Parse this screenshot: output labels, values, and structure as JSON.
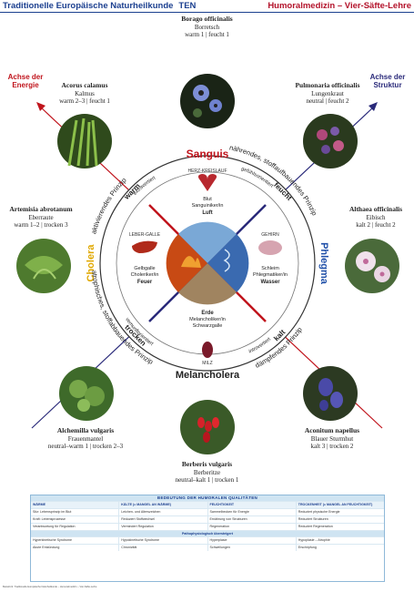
{
  "header": {
    "left_title": "Traditionelle Europäische Naturheilkunde",
    "ten": "TEN",
    "right_title": "Humoralmedizin – Vier-Säfte-Lehre"
  },
  "corners": {
    "left": "Achse der Energie",
    "right": "Achse der Struktur"
  },
  "plants": [
    {
      "id": "borago",
      "latin": "Borago officinalis",
      "german": "Borretsch",
      "quality": "warm 1 | feucht 1"
    },
    {
      "id": "acorus",
      "latin": "Acorus calamus",
      "german": "Kalmus",
      "quality": "warm 2–3 | feucht 1"
    },
    {
      "id": "pulmonaria",
      "latin": "Pulmonaria officinalis",
      "german": "Lungenkraut",
      "quality": "neutral | feucht 2"
    },
    {
      "id": "artemisia",
      "latin": "Artemisia abrotanum",
      "german": "Eberraute",
      "quality": "warm 1–2 | trocken 3"
    },
    {
      "id": "althaea",
      "latin": "Althaea officinalis",
      "german": "Eibisch",
      "quality": "kalt 2 | feucht 2"
    },
    {
      "id": "alchemilla",
      "latin": "Alchemilla vulgaris",
      "german": "Frauenmantel",
      "quality": "neutral–warm 1 | trocken 2–3"
    },
    {
      "id": "aconitum",
      "latin": "Aconitum napellus",
      "german": "Blauer Sturmhut",
      "quality": "kalt 3 | trocken 2"
    },
    {
      "id": "berberis",
      "latin": "Berberis vulgaris",
      "german": "Berberitze",
      "quality": "neutral–kalt 1 | trocken 1"
    }
  ],
  "diagram": {
    "temperaments": {
      "top": "Sanguis",
      "right": "Phlegma",
      "bottom": "Melancholera",
      "left": "Cholera"
    },
    "qualities": {
      "warm": "warm",
      "feucht": "feucht",
      "kalt": "kalt",
      "trocken": "trocken"
    },
    "principles": {
      "top_left": "aktivierendes Prinzip",
      "top_right": "nährendes, stoffaufbauendes Prinzip",
      "bottom_left": "atrophisches, stoffabbauendes Prinzip",
      "bottom_right": "dämpfendes Prinzip"
    },
    "directions": {
      "top_left": "extravertiert",
      "top_right": "gefühlsorientiert",
      "bottom_left": "vernunftorientiert",
      "bottom_right": "introvertiert"
    },
    "organs": {
      "heart": "HERZ-KREISLAUF",
      "liver": "LEBER-GALLE",
      "brain": "GEHIRN",
      "spleen": "MILZ"
    },
    "elements": {
      "top": [
        "Blut",
        "Sanguiniker/in",
        "Luft"
      ],
      "left": [
        "Gelbgalle",
        "Choleriker/in",
        "Feuer"
      ],
      "right": [
        "Schleim",
        "Phlegmatiker/in",
        "Wasser"
      ],
      "bottom": [
        "Erde",
        "Melancholiker/in",
        "Schwarzgalle"
      ]
    }
  },
  "table": {
    "title": "BEDEUTUNG DER HUMORALEN QUALITÄTEN",
    "headers": [
      "WÄRME",
      "KÄLTE (= MANGEL AN WÄRME)",
      "FEUCHTIGKEIT",
      "TROCKENHEIT (= MANGEL AN FEUCHTIGKEIT)"
    ],
    "row1": [
      "Sitz: Lebensprinzip im Blut",
      "Leichen- und Alterszeichen",
      "Sammelbecken für Energie",
      "Reduziert physische Energie"
    ],
    "row2": [
      "Kraft: Lebensprozesse",
      "Reduziert Stoffwechsel",
      "Ernährung von Strukturen",
      "Reduziert Strukturen"
    ],
    "row3": [
      "Verantwortung für Regulation",
      "Vermindert Regulation",
      "Regeneration",
      "Reduziert Regeneration"
    ],
    "subtitle": "Pathophysiologisch übersteigert",
    "row4": [
      "Hyperkinetische Syndrome",
      "Hypokinetische Syndrome",
      "Hyperplasie",
      "Hypoplasie – Atrophie"
    ],
    "row5": [
      "Akute Entzündung",
      "Chronizität",
      "Schwellungen",
      "Erschöpfung"
    ]
  },
  "footer": "Bestell-Nr. Traditionelle Europäische Naturheilkunde – Humoralmedizin – Vier-Säfte-Lehre"
}
